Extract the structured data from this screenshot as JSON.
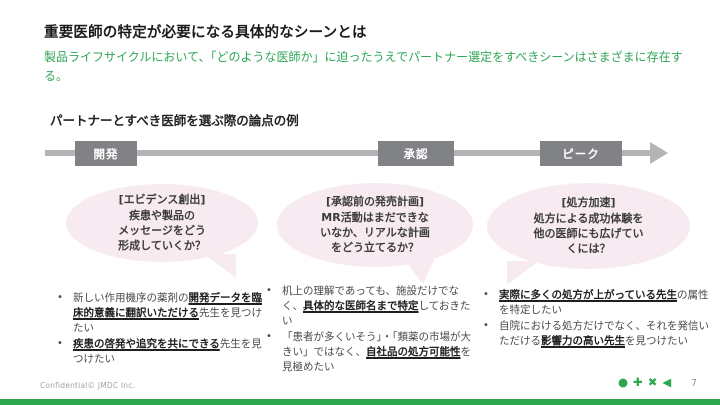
{
  "colors": {
    "brand_green": "#2ea64e",
    "text_green": "#2fa557",
    "bubble_pink": "#f7eaf0",
    "stage_gray": "#818286",
    "arrow_gray": "#b3b4b6"
  },
  "header": {
    "title": "重要医師の特定が必要になる具体的なシーンとは",
    "subtitle": "製品ライフサイクルにおいて、「どのような医師か」に迫ったうえでパートナー選定をすべきシーンはさまざまに存在する。"
  },
  "section": {
    "heading": "パートナーとすべき医師を選ぶ際の論点の例"
  },
  "timeline": {
    "stages": [
      {
        "label": "開発"
      },
      {
        "label": "承認"
      },
      {
        "label": "ピーク"
      }
    ]
  },
  "columns": [
    {
      "bubble_lines": [
        "[エビデンス創出]",
        "疾患や製品の",
        "メッセージをどう",
        "形成していくか？"
      ],
      "bullets": [
        {
          "segments": [
            {
              "text": "新しい作用機序の薬剤の",
              "em": false
            },
            {
              "text": "開発データを臨床的意義に翻訳いただける",
              "em": true
            },
            {
              "text": "先生を見つけたい",
              "em": false
            }
          ]
        },
        {
          "segments": [
            {
              "text": "疾患の啓発や追究を共にできる",
              "em": true
            },
            {
              "text": "先生を見つけたい",
              "em": false
            }
          ]
        }
      ]
    },
    {
      "bubble_lines": [
        "[承認前の発売計画]",
        "MR活動はまだできな",
        "いなか、リアルな計画",
        "をどう立てるか？"
      ],
      "bullets": [
        {
          "segments": [
            {
              "text": "机上の理解であっても、施設だけでなく、",
              "em": false
            },
            {
              "text": "具体的な医師名まで特定",
              "em": true
            },
            {
              "text": "しておきたい",
              "em": false
            }
          ]
        },
        {
          "segments": [
            {
              "text": "「患者が多くいそう」・「類薬の市場が大きい」ではなく、",
              "em": false
            },
            {
              "text": "自社品の処方可能性",
              "em": true
            },
            {
              "text": "を見極めたい",
              "em": false
            }
          ]
        }
      ]
    },
    {
      "bubble_lines": [
        "[処方加速]",
        "処方による成功体験を",
        "他の医師にも広げてい",
        "くには？"
      ],
      "bullets": [
        {
          "segments": [
            {
              "text": "実際に多くの処方が上がっている先生",
              "em": true
            },
            {
              "text": "の属性を特定したい",
              "em": false
            }
          ]
        },
        {
          "segments": [
            {
              "text": "自院における処方だけでなく、それを発信いただける",
              "em": false
            },
            {
              "text": "影響力の高い先生",
              "em": true
            },
            {
              "text": "を見つけたい",
              "em": false
            }
          ]
        }
      ]
    }
  ],
  "footer": {
    "confidential": "Confidential© JMDC Inc.",
    "page_number": "7",
    "logo_icons": [
      "circle",
      "plus",
      "x",
      "triangle-left"
    ]
  }
}
